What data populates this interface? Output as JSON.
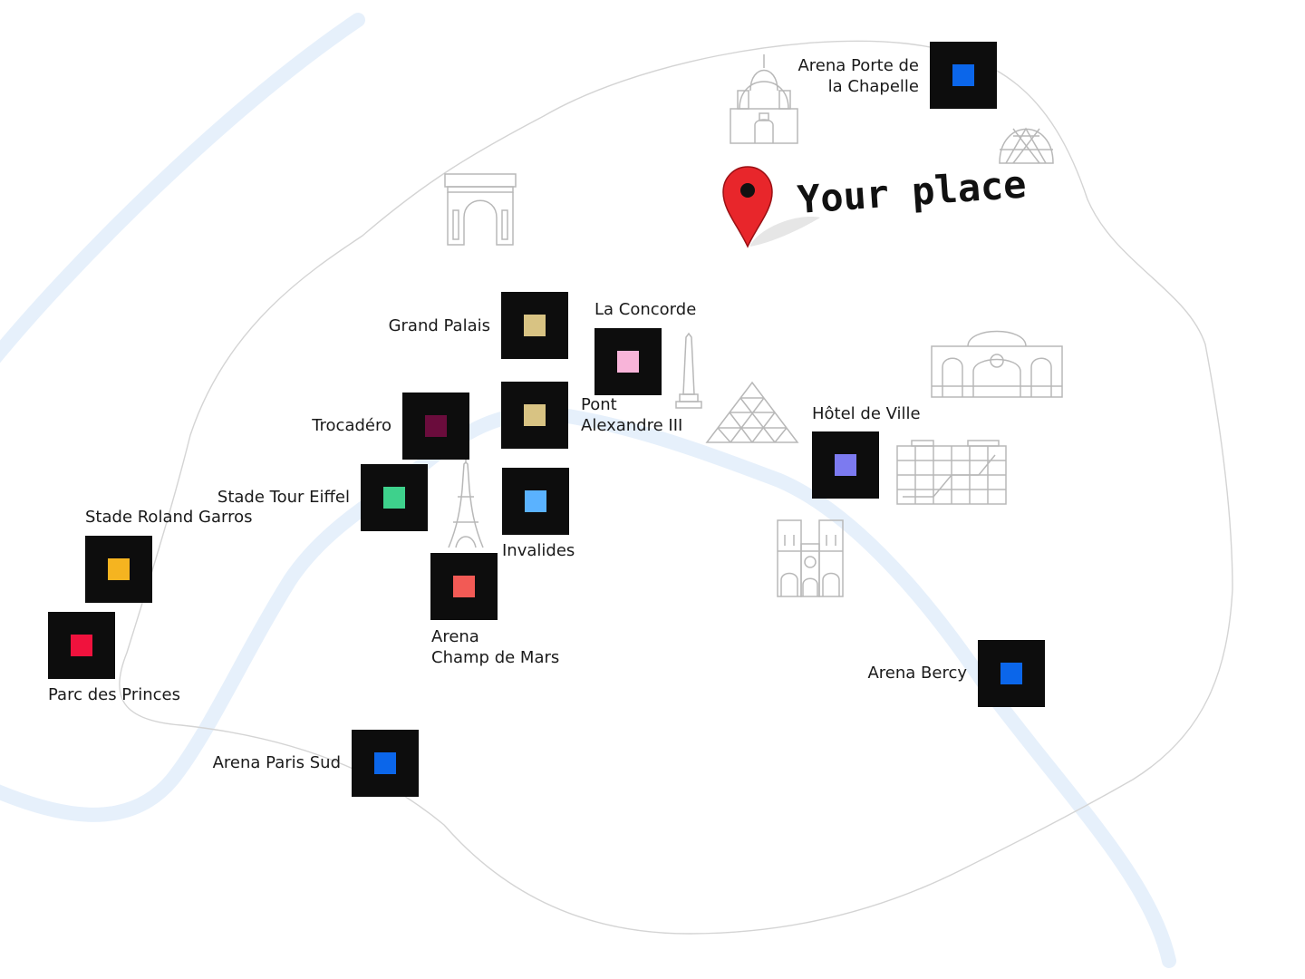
{
  "title": "Your place",
  "colors": {
    "river": "#e6f0fb",
    "boundary": "#d4d4d4",
    "landmark": "#b8b8b8",
    "box": "#0d0d0d",
    "pin": "#e8262b"
  },
  "venues": [
    {
      "key": "chapelle",
      "name1": "Arena Porte de",
      "name2": "la Chapelle",
      "color": "#0b66ea"
    },
    {
      "key": "grand-palais",
      "name1": "Grand Palais",
      "color": "#d8c383"
    },
    {
      "key": "concorde",
      "name1": "La Concorde",
      "color": "#f8b4d9"
    },
    {
      "key": "pont-alexandre",
      "name1": "Pont",
      "name2": "Alexandre III",
      "color": "#d8c383"
    },
    {
      "key": "trocadero",
      "name1": "Trocadéro",
      "color": "#6a0c3c"
    },
    {
      "key": "tour-eiffel",
      "name1": "Stade Tour Eiffel",
      "color": "#3ed18c"
    },
    {
      "key": "invalides",
      "name1": "Invalides",
      "color": "#5ab2ff"
    },
    {
      "key": "hotel-de-ville",
      "name1": "Hôtel de Ville",
      "color": "#7c7af0"
    },
    {
      "key": "roland-garros",
      "name1": "Stade Roland Garros",
      "color": "#f5b420"
    },
    {
      "key": "champ-de-mars",
      "name1": "Arena",
      "name2": "Champ de Mars",
      "color": "#f25a55"
    },
    {
      "key": "parc-princes",
      "name1": "Parc des Princes",
      "color": "#f0123d"
    },
    {
      "key": "bercy",
      "name1": "Arena Bercy",
      "color": "#0b66ea"
    },
    {
      "key": "paris-sud",
      "name1": "Arena Paris Sud",
      "color": "#0b66ea"
    }
  ],
  "landmark_icons": [
    "sacre-coeur-icon",
    "geode-icon",
    "arc-de-triomphe-icon",
    "obelisk-icon",
    "louvre-pyramid-icon",
    "gare-icon",
    "pompidou-icon",
    "notre-dame-icon",
    "eiffel-tower-icon",
    "location-pin-icon"
  ]
}
